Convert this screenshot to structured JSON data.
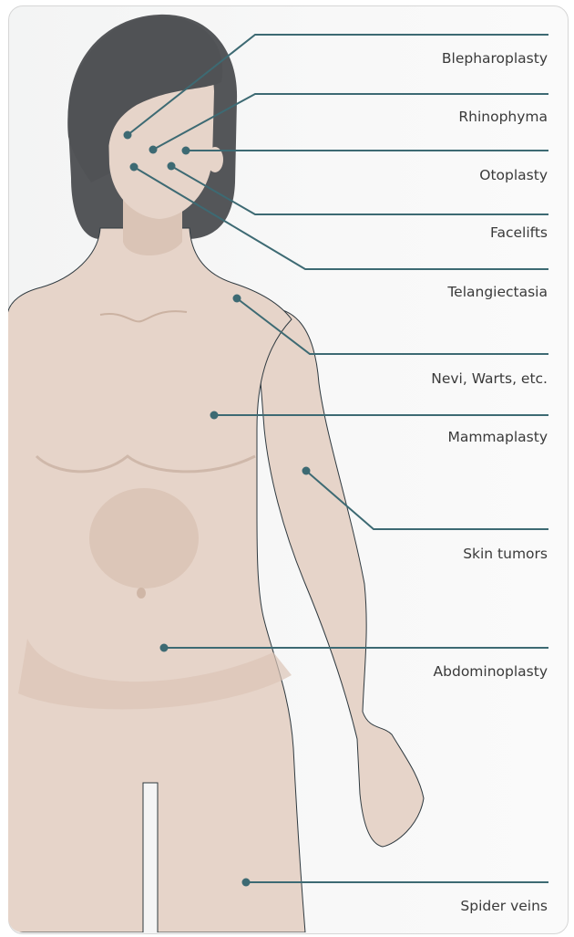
{
  "colors": {
    "skin": "#e6d4c9",
    "skin_shade": "#d8c1b3",
    "hair": "#545659",
    "hair_light": "#66686b",
    "leader": "#3d6a73",
    "outline": "#2f3a40"
  },
  "labels": [
    "Blepharoplasty",
    "Rhinophyma",
    "Otoplasty",
    "Facelifts",
    "Telangiectasia",
    "Nevi, Warts, etc.",
    "Mammaplasty",
    "Skin tumors",
    "Abdominoplasty",
    "Spider veins"
  ]
}
